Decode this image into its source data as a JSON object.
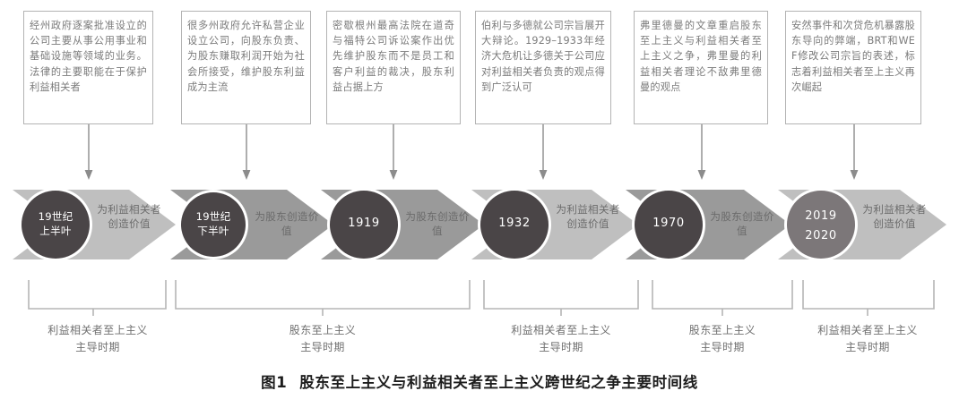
{
  "figure": {
    "caption_label": "图1",
    "caption_title": "股东至上主义与利益相关者至上主义跨世纪之争主要时间线"
  },
  "colors": {
    "note_border": "#b3b3b3",
    "note_text": "#7a7a7a",
    "chevron_light": "#bfbfbf",
    "chevron_dark": "#9a9a9a",
    "circle_dark": "#4a4547",
    "circle_light": "#7c7779",
    "circle_ring": "#ffffff",
    "connector": "#8c8c8c",
    "bracket": "#b5b5b5",
    "caption_text": "#1d1d1d"
  },
  "milestones": [
    {
      "note": "经州政府逐案批准设立的公司主要从事公用事业和基础设施等领域的业务。法律的主要职能在于保护利益相关者",
      "period_line1": "19世纪",
      "period_line2": "上半叶",
      "period_is_number": false,
      "value_text": "为利益相关者创造价值",
      "chevron_shade": "light",
      "circle_shade": "dark"
    },
    {
      "note": "很多州政府允许私营企业设立公司，向股东负责、为股东赚取利润开始为社会所接受，维护股东利益成为主流",
      "period_line1": "19世纪",
      "period_line2": "下半叶",
      "period_is_number": false,
      "value_text": "为股东创造价值",
      "chevron_shade": "dark",
      "circle_shade": "dark"
    },
    {
      "note": "密歇根州最高法院在道奇与福特公司诉讼案作出优先维护股东而不是员工和客户利益的裁决，股东利益占据上方",
      "period_line1": "1919",
      "period_line2": "",
      "period_is_number": true,
      "value_text": "为股东创造价值",
      "chevron_shade": "dark",
      "circle_shade": "dark"
    },
    {
      "note": "伯利与多德就公司宗旨展开大辩论。1929–1933年经济大危机让多德关于公司应对利益相关者负责的观点得到广泛认可",
      "period_line1": "1932",
      "period_line2": "",
      "period_is_number": true,
      "value_text": "为利益相关者创造价值",
      "chevron_shade": "light",
      "circle_shade": "dark"
    },
    {
      "note": "弗里德曼的文章重启股东至上主义与利益相关者至上主义之争，弗里曼的利益相关者理论不敌弗里德曼的观点",
      "period_line1": "1970",
      "period_line2": "",
      "period_is_number": true,
      "value_text": "为股东创造价值",
      "chevron_shade": "dark",
      "circle_shade": "dark"
    },
    {
      "note": "安然事件和次贷危机暴露股东导向的弊端，BRT和WEF修改公司宗旨的表述，标志着利益相关者至上主义再次崛起",
      "period_line1": "2019",
      "period_line2": "2020",
      "period_is_number": true,
      "value_text": "为利益相关者创造价值",
      "chevron_shade": "light",
      "circle_shade": "light"
    }
  ],
  "eras": [
    {
      "line1": "利益相关者至上主义",
      "line2": "主导时期"
    },
    {
      "line1": "股东至上主义",
      "line2": "主导时期"
    },
    {
      "line1": "利益相关者至上主义",
      "line2": "主导时期"
    },
    {
      "line1": "股东至上主义",
      "line2": "主导时期"
    },
    {
      "line1": "利益相关者至上主义",
      "line2": "主导时期"
    }
  ]
}
